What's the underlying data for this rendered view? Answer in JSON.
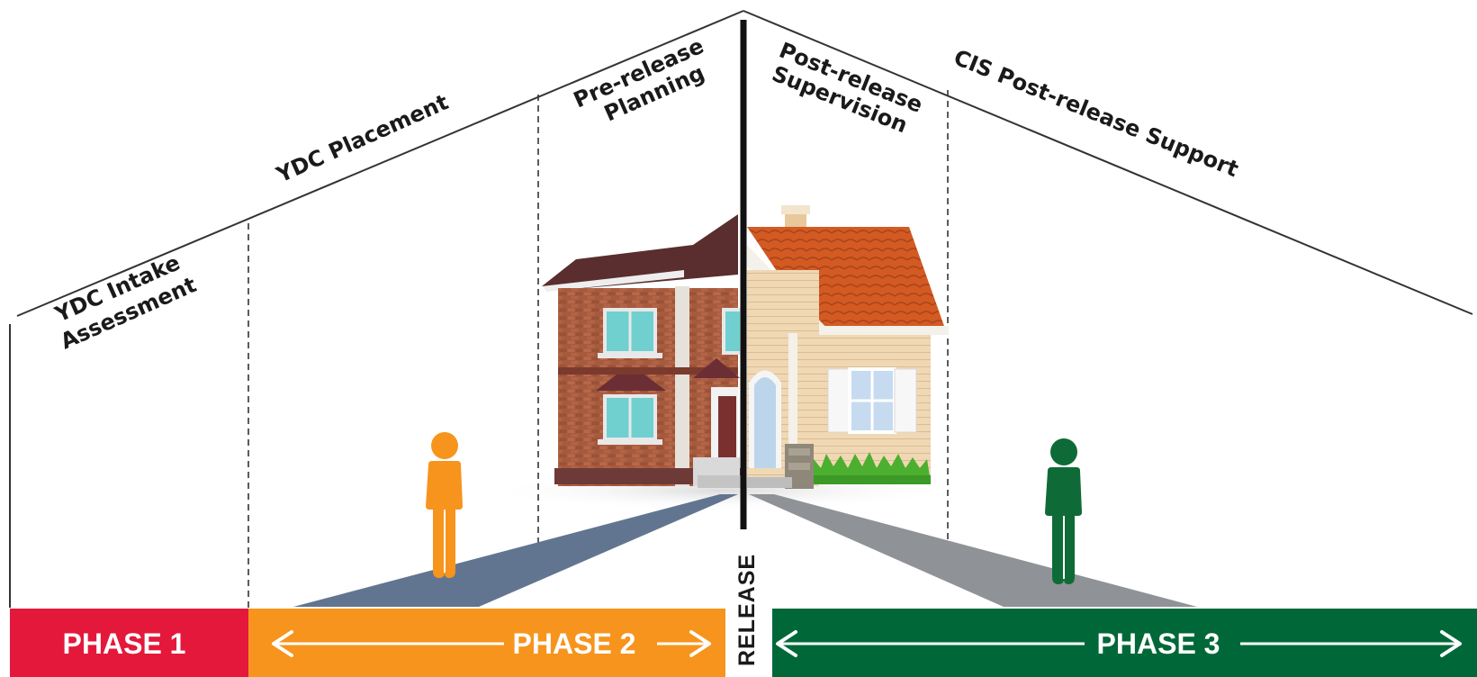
{
  "stage_labels": {
    "intake": [
      "YDC Intake",
      "Assessment"
    ],
    "placement": "YDC Placement",
    "prerelease": [
      "Pre-release",
      "Planning"
    ],
    "postrelease_supervision": [
      "Post-release",
      "Supervision"
    ],
    "cis_support": "CIS Post-release Support"
  },
  "release_label": "RELEASE",
  "phases": [
    {
      "label": "PHASE 1",
      "color": "#e4183a"
    },
    {
      "label": "PHASE 2",
      "color": "#f7941d"
    },
    {
      "label": "PHASE 3",
      "color": "#006838"
    }
  ],
  "figures": [
    {
      "name": "youth-in-placement",
      "color": "#f7941d"
    },
    {
      "name": "youth-after-release",
      "color": "#0e6b37"
    }
  ],
  "path_colors": {
    "before_release": "#627590",
    "after_release": "#8f9296"
  }
}
